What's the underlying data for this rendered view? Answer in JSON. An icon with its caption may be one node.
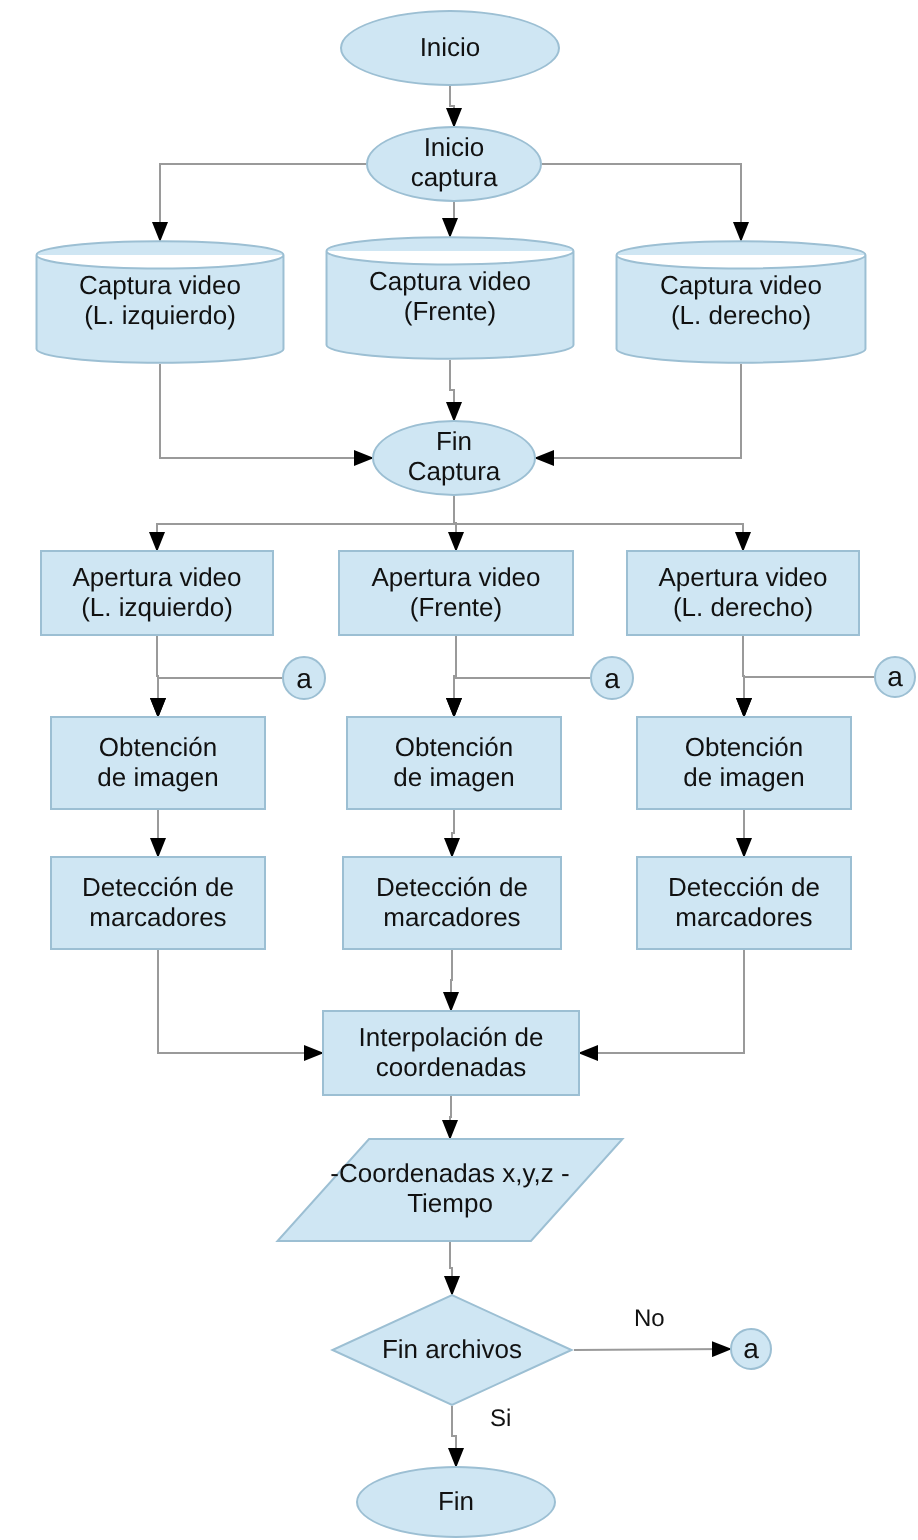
{
  "diagram": {
    "nodes": [
      {
        "text": [
          "Inicio"
        ]
      },
      {
        "text": [
          "Inicio captura"
        ]
      },
      {
        "text": [
          "Captura video (L. izquierdo)"
        ]
      },
      {
        "text": [
          "Captura video (Frente)"
        ]
      },
      {
        "text": [
          "Captura video (L. derecho)"
        ]
      },
      {
        "text": [
          "Fin Captura"
        ]
      },
      {
        "text": [
          "Apertura video (L. izquierdo)"
        ]
      },
      {
        "text": [
          "Apertura video (Frente)"
        ]
      },
      {
        "text": [
          "Apertura video (L. derecho)"
        ]
      },
      {
        "text": [
          "a"
        ]
      },
      {
        "text": [
          "a"
        ]
      },
      {
        "text": [
          "a"
        ]
      },
      {
        "text": [
          "Obtención de imagen"
        ]
      },
      {
        "text": [
          "Obtención de imagen"
        ]
      },
      {
        "text": [
          "Obtención de imagen"
        ]
      },
      {
        "text": [
          "Detección de marcadores"
        ]
      },
      {
        "text": [
          "Detección de marcadores"
        ]
      },
      {
        "text": [
          "Detección de marcadores"
        ]
      },
      {
        "text": [
          "Interpolación de coordenadas"
        ]
      },
      {
        "text": [
          "-Coordenadas x,y,z -Tiempo"
        ]
      },
      {
        "text": [
          "Fin archivos"
        ]
      },
      {
        "text": [
          "a"
        ]
      },
      {
        "text": [
          "Fin"
        ]
      }
    ],
    "edges": [
      {
        "from": 0,
        "to": 1,
        "arrow": "to"
      },
      {
        "from": 1,
        "to": 2,
        "arrow": "to"
      },
      {
        "from": 1,
        "to": 3,
        "arrow": "to"
      },
      {
        "from": 1,
        "to": 4,
        "arrow": "to"
      },
      {
        "from": 2,
        "to": 5,
        "arrow": "to"
      },
      {
        "from": 3,
        "to": 5,
        "arrow": "to"
      },
      {
        "from": 4,
        "to": 5,
        "arrow": "to"
      },
      {
        "from": 5,
        "to": 6,
        "arrow": "to"
      },
      {
        "from": 5,
        "to": 7,
        "arrow": "to"
      },
      {
        "from": 5,
        "to": 8,
        "arrow": "to"
      },
      {
        "from": 6,
        "to": 12,
        "arrow": "to"
      },
      {
        "from": 9,
        "to": 12,
        "arrow": "to"
      },
      {
        "from": 7,
        "to": 13,
        "arrow": "to"
      },
      {
        "from": 10,
        "to": 13,
        "arrow": "to"
      },
      {
        "from": 8,
        "to": 14,
        "arrow": "to"
      },
      {
        "from": 11,
        "to": 14,
        "arrow": "to"
      },
      {
        "from": 12,
        "to": 15,
        "arrow": "to"
      },
      {
        "from": 13,
        "to": 16,
        "arrow": "to"
      },
      {
        "from": 14,
        "to": 17,
        "arrow": "to"
      },
      {
        "from": 15,
        "to": 18,
        "arrow": "to"
      },
      {
        "from": 16,
        "to": 18,
        "arrow": "to"
      },
      {
        "from": 17,
        "to": 18,
        "arrow": "to"
      },
      {
        "from": 18,
        "to": 19,
        "arrow": "to"
      },
      {
        "from": 19,
        "to": 20,
        "arrow": "to"
      },
      {
        "from": 20,
        "to": 21,
        "arrow": "to",
        "label": "No"
      },
      {
        "from": 20,
        "to": 22,
        "arrow": "to",
        "label": "Si"
      }
    ]
  }
}
